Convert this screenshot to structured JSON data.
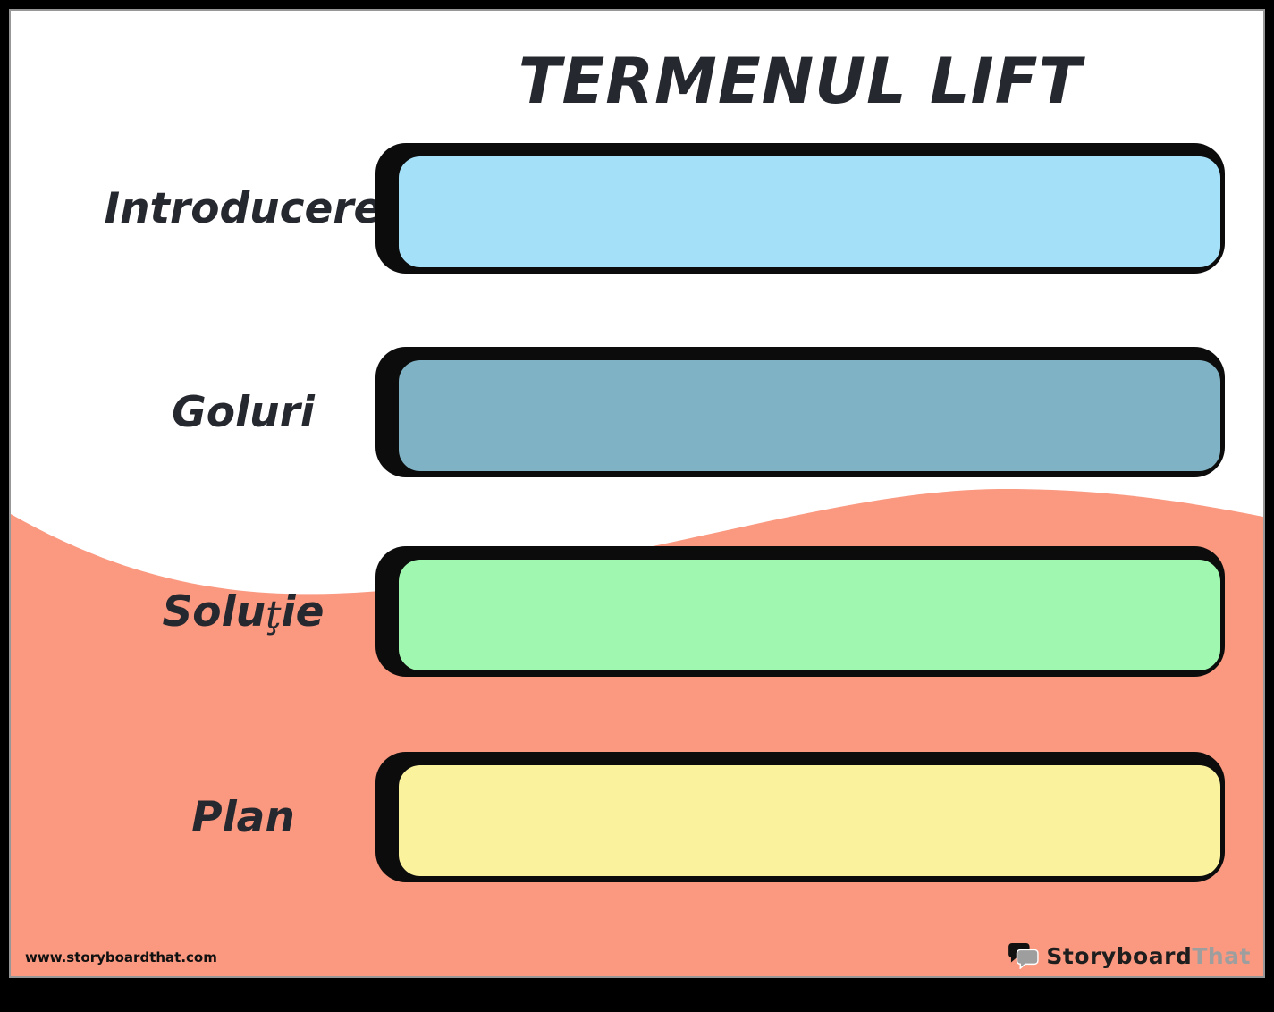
{
  "title": "TERMENUL LIFT",
  "rows": [
    {
      "label": "Introducere",
      "color": "#A5E0F9"
    },
    {
      "label": "Goluri",
      "color": "#7FB2C4"
    },
    {
      "label": "Soluţie",
      "label_pre": "Solu",
      "label_special": "ţ",
      "label_post": "ie",
      "color": "#A0F8B0"
    },
    {
      "label": "Plan",
      "color": "#FAF29D"
    }
  ],
  "footer": {
    "url": "www.storyboardthat.com",
    "brand_primary": "Storyboard",
    "brand_secondary": "That"
  },
  "colors": {
    "wave": "#FA9880",
    "ink": "#25282E",
    "frame": "#000000",
    "box_outline": "#0c0c0c",
    "brand_gray": "#9E9E9E"
  },
  "icons": [
    {
      "name": "speech-bubbles-icon",
      "description": "StoryboardThat logo: black speech bubble behind, gray speech bubble in front"
    }
  ]
}
